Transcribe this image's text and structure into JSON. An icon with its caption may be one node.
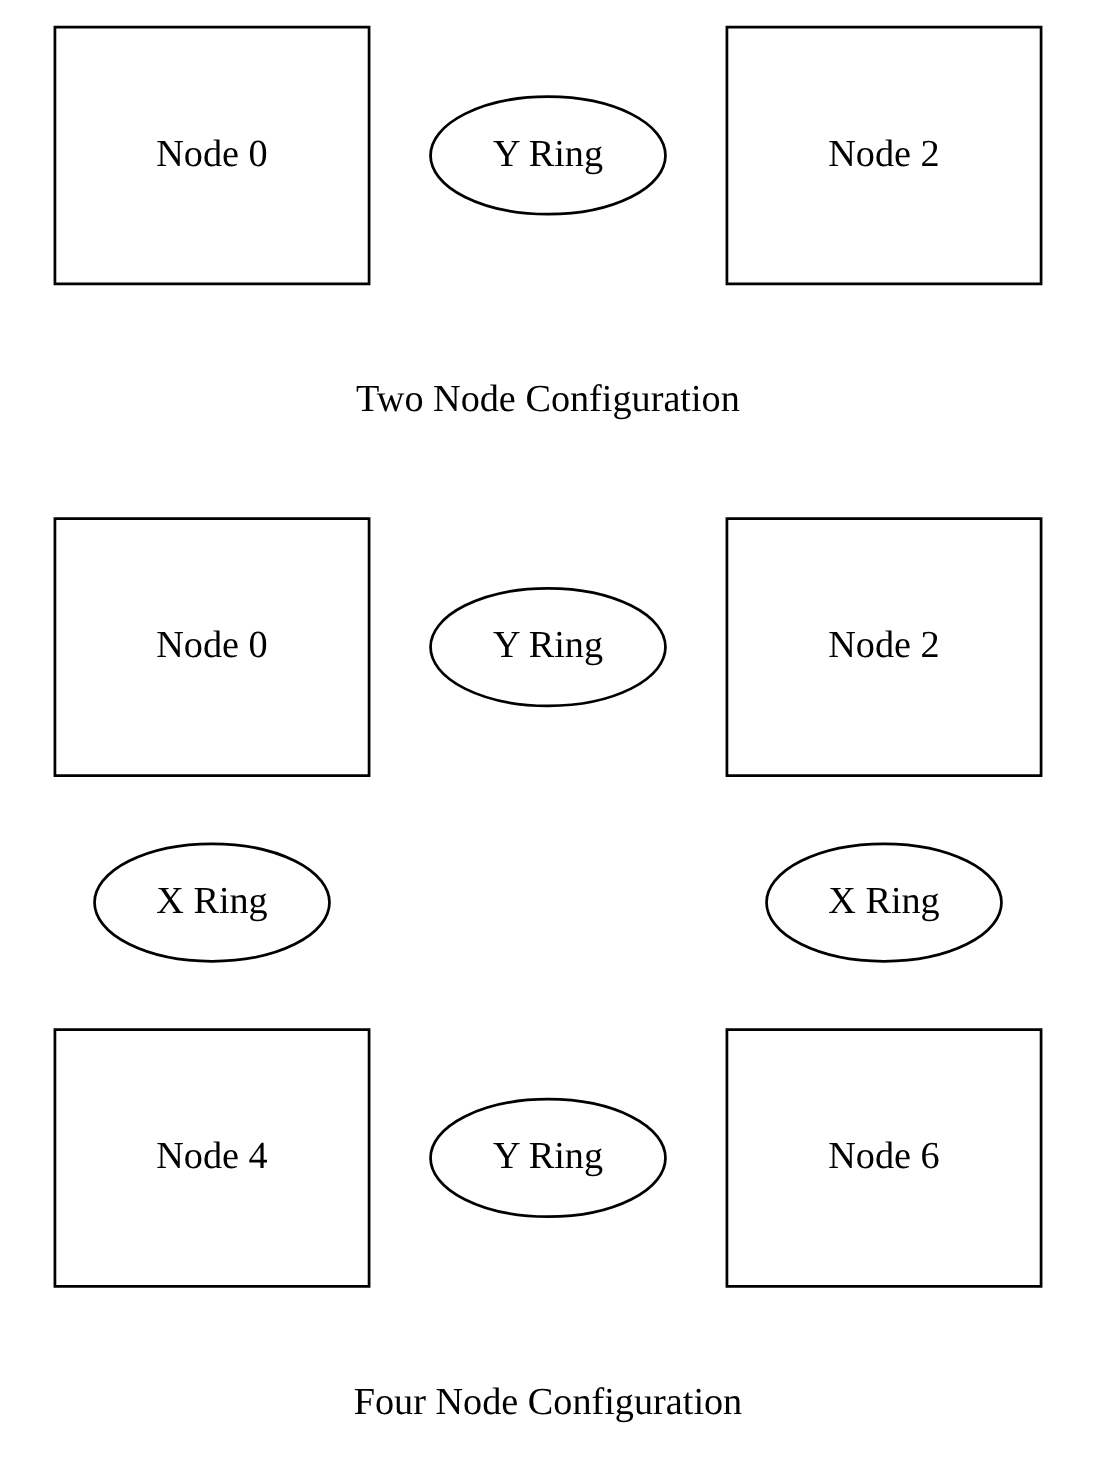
{
  "diagram": {
    "nodes": [
      {
        "text": [
          "Node 0"
        ]
      },
      {
        "text": [
          "Y Ring"
        ]
      },
      {
        "text": [
          "Node 2"
        ]
      },
      {
        "text": [
          "Node 0"
        ]
      },
      {
        "text": [
          "Y Ring"
        ]
      },
      {
        "text": [
          "Node 2"
        ]
      },
      {
        "text": [
          "X Ring"
        ]
      },
      {
        "text": [
          "X Ring"
        ]
      },
      {
        "text": [
          "Node 4"
        ]
      },
      {
        "text": [
          "Y Ring"
        ]
      },
      {
        "text": [
          "Node 6"
        ]
      }
    ],
    "labels": [
      "Two Node Configuration",
      "Four Node Configuration"
    ]
  }
}
